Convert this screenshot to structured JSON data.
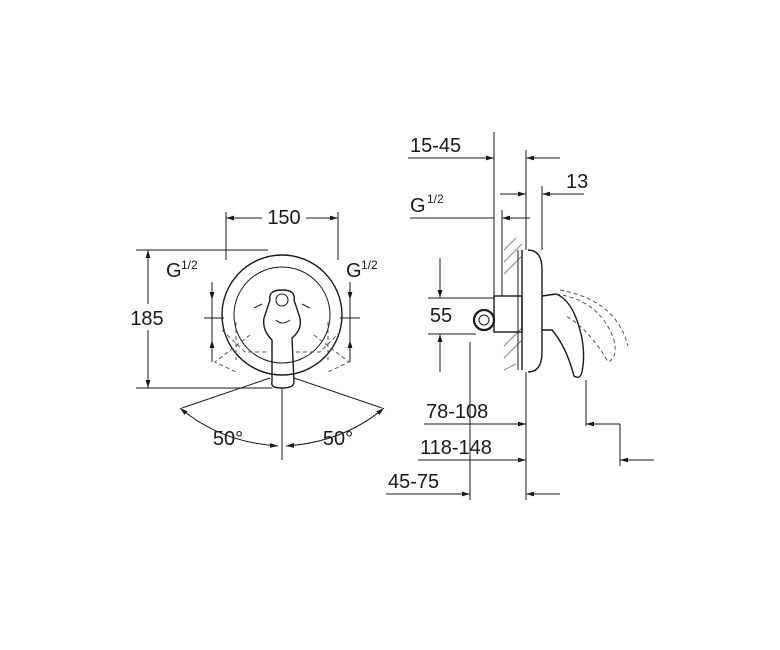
{
  "front_view": {
    "width_dim": "150",
    "height_dim": "185",
    "thread_left_main": "G",
    "thread_left_frac": "1/2",
    "thread_right_main": "G",
    "thread_right_frac": "1/2",
    "angle_left": "50°",
    "angle_right": "50°"
  },
  "side_view": {
    "wall_range_dim": "15-45",
    "plate_dim": "13",
    "thread_main": "G",
    "thread_frac": "1/2",
    "inlet_dim": "55",
    "depth_1": "78-108",
    "depth_2": "118-148",
    "depth_3": "45-75"
  }
}
